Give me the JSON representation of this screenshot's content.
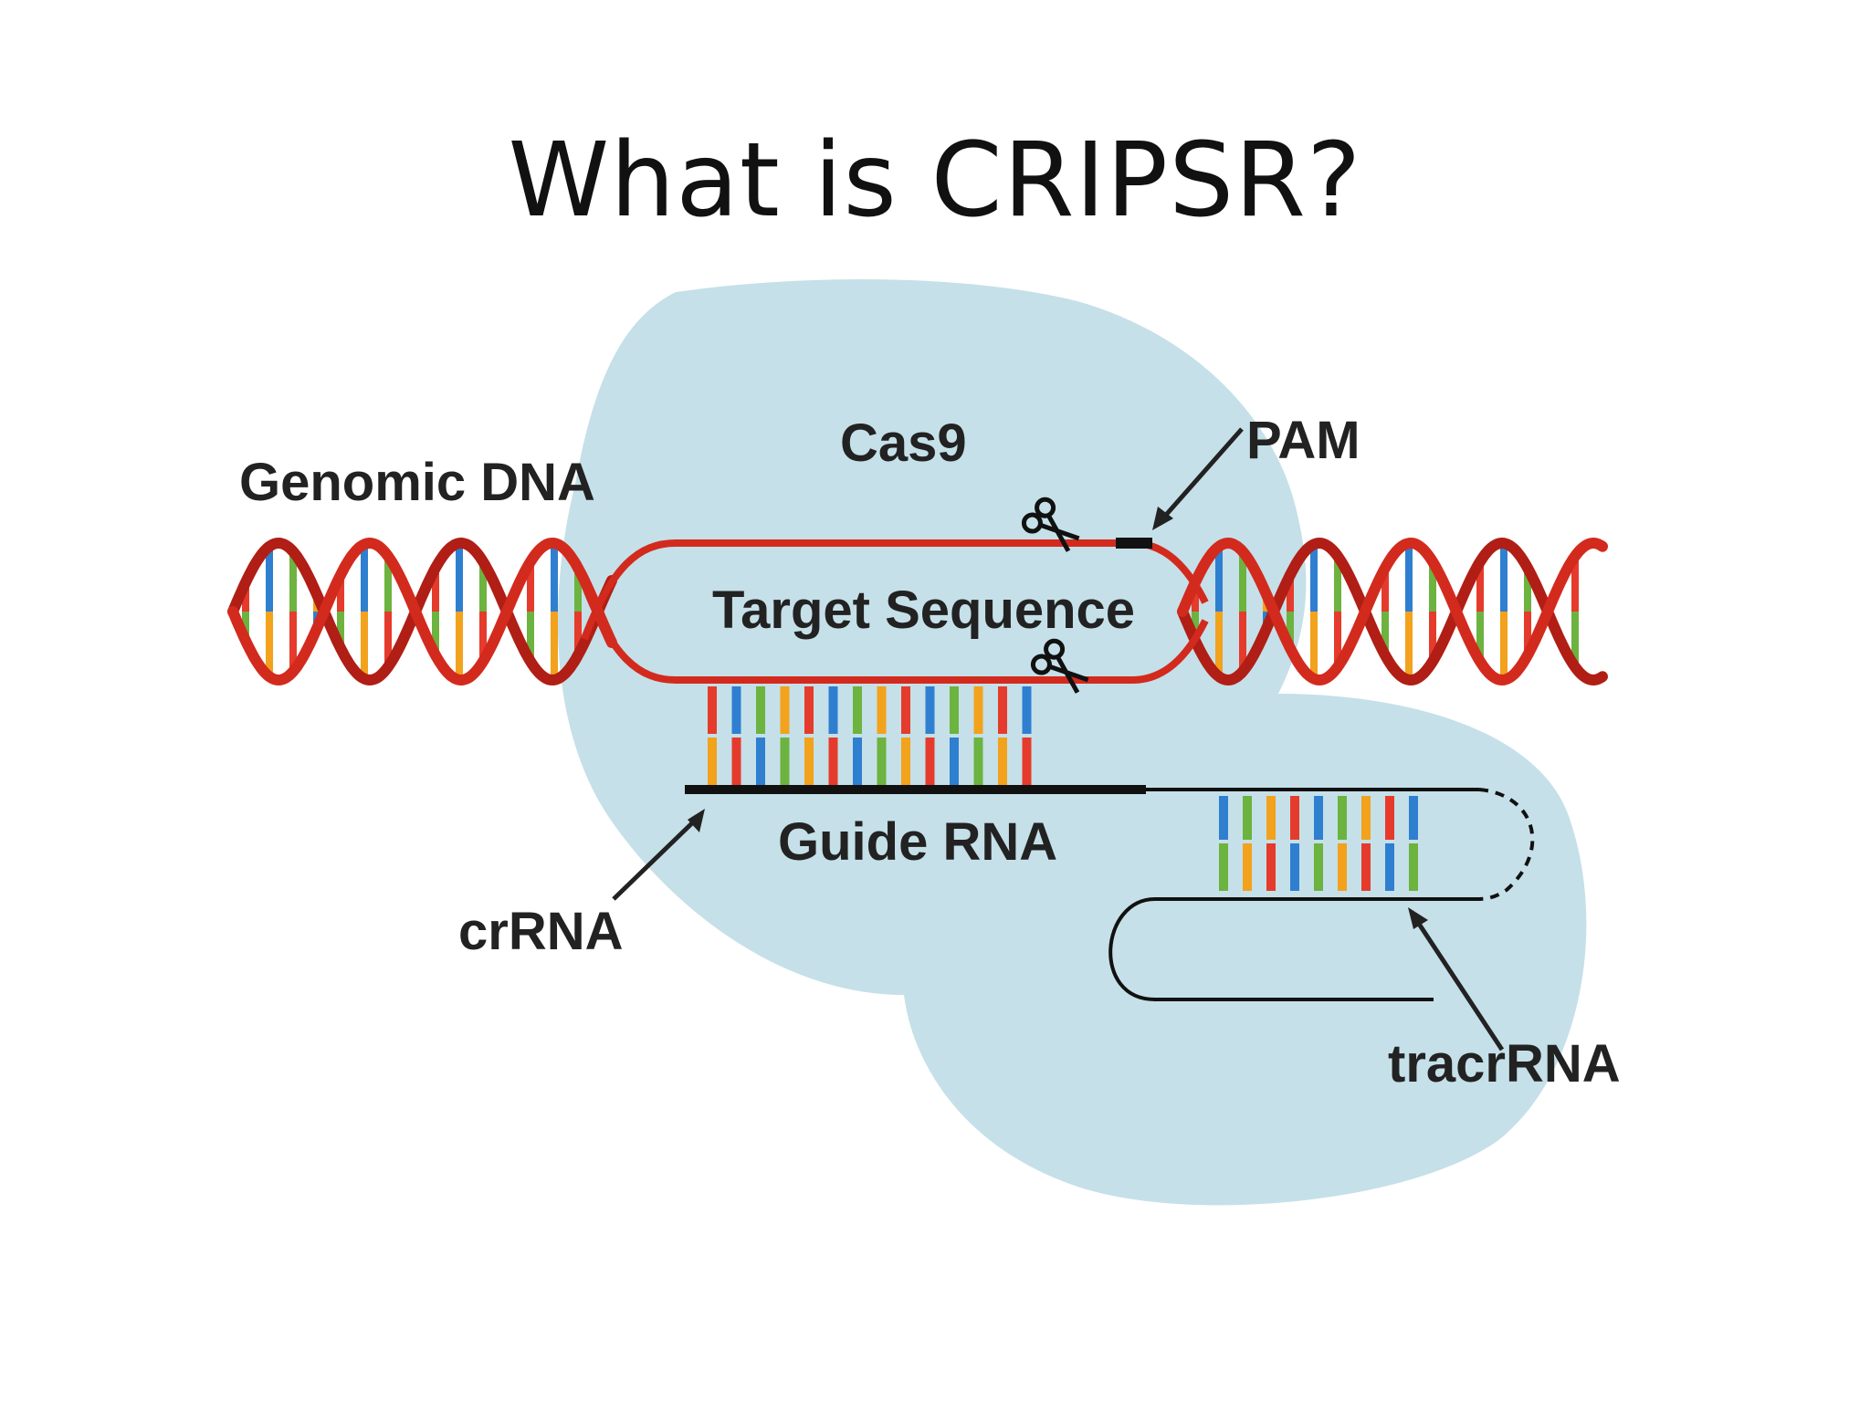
{
  "slide": {
    "title": "What is CRIPSR?"
  },
  "diagram": {
    "labels": {
      "genomic_dna": "Genomic DNA",
      "cas9": "Cas9",
      "pam": "PAM",
      "target_sequence": "Target Sequence",
      "guide_rna": "Guide RNA",
      "crrna": "crRNA",
      "tracrrna": "tracrRNA"
    },
    "colors": {
      "cas9_blob": "#c5e0e8",
      "dna_strand": "#d32a1e",
      "rna_strand": "#111111",
      "base_red": "#e53b2c",
      "base_blue": "#2f7fd1",
      "base_green": "#6cb33f",
      "base_orange": "#f2a21c",
      "label_text": "#222222"
    },
    "icons": [
      "scissors-icon",
      "scissors-icon"
    ]
  }
}
